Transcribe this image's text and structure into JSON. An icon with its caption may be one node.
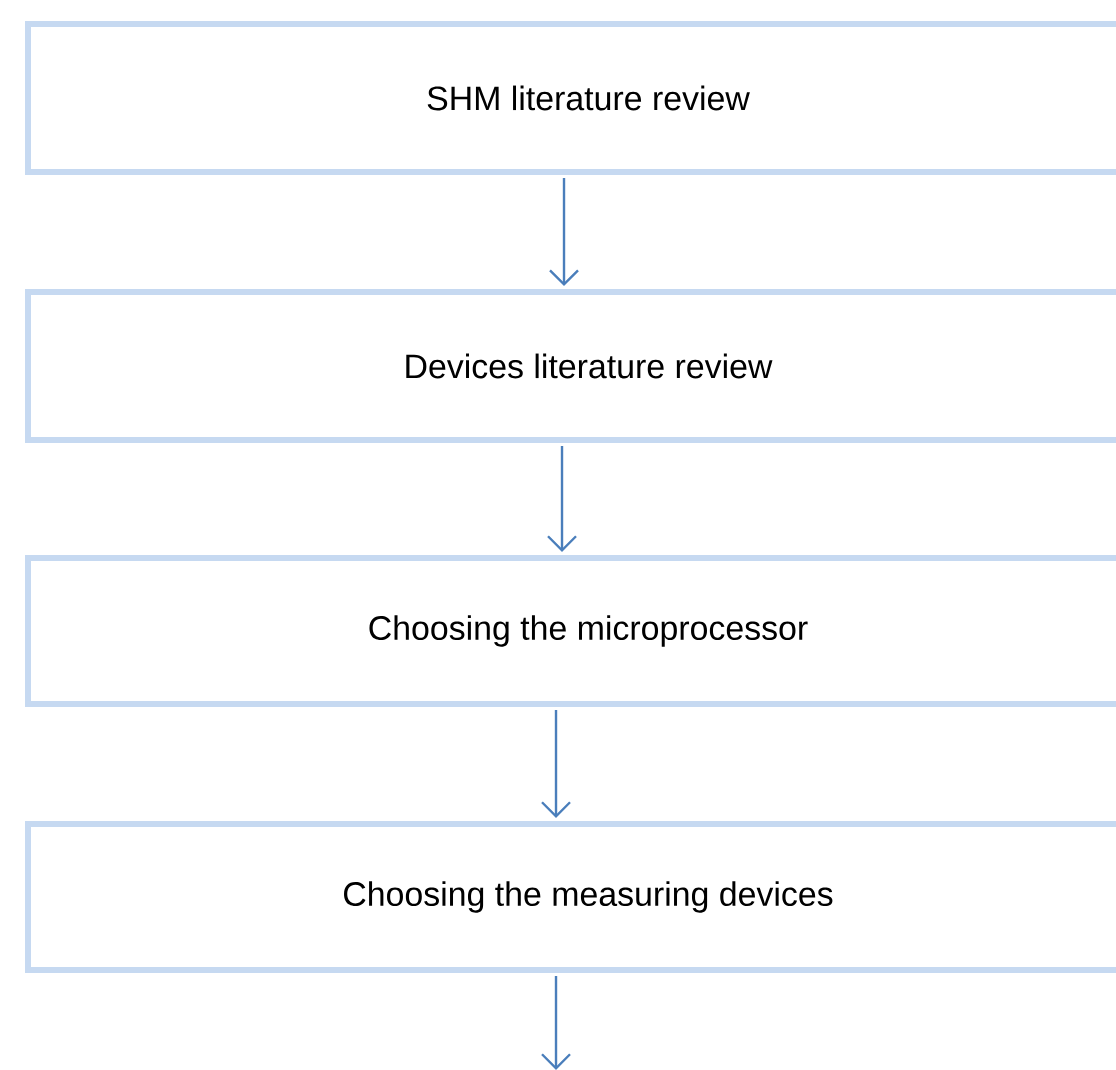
{
  "diagram": {
    "nodes": [
      {
        "text": [
          "SHM literature review"
        ]
      },
      {
        "text": [
          "Devices literature review"
        ]
      },
      {
        "text": [
          "Choosing the microprocessor"
        ]
      },
      {
        "text": [
          "Choosing the measuring devices"
        ]
      }
    ],
    "edges": [
      {
        "from": 0,
        "to": 1,
        "arrow": "to"
      },
      {
        "from": 1,
        "to": 2,
        "arrow": "to"
      },
      {
        "from": 2,
        "to": 3,
        "arrow": "to"
      },
      {
        "from": 3,
        "to": null,
        "arrow": "to"
      }
    ]
  }
}
